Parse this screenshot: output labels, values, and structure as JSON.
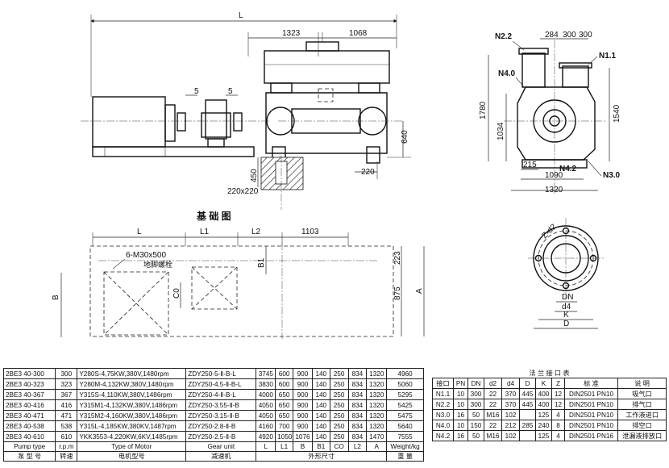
{
  "side_view": {
    "dim_L": "L",
    "dim_1323": "1323",
    "dim_1068": "1068",
    "dim_5_left": "5",
    "dim_5_right": "5",
    "dim_640": "640",
    "dim_450": "450",
    "dim_220": "220",
    "dim_220x220": "220x220"
  },
  "end_view": {
    "n22": "N2.2",
    "n11": "N1.1",
    "n40": "N4.0",
    "n42": "N4.2",
    "n30": "N3.0",
    "dim_284": "284",
    "dim_300a": "300",
    "dim_300b": "300",
    "dim_1780": "1780",
    "dim_1034": "1034",
    "dim_1540": "1540",
    "dim_215": "215",
    "dim_1090": "1090",
    "dim_1320": "1320"
  },
  "foundation": {
    "title": "基 础 图",
    "dim_L": "L",
    "dim_L1": "L1",
    "dim_L2": "L2",
    "dim_1103": "1103",
    "bolt_spec": "6-M30x500",
    "bolt_note": "地脚螺栓",
    "dim_B": "B",
    "dim_B1": "B1",
    "dim_C0": "C0",
    "dim_223": "223",
    "dim_875": "875",
    "dim_A": "A"
  },
  "flange_view": {
    "z_d2": "Z-d2",
    "dn": "DN",
    "d4": "d4",
    "k": "K",
    "d": "D"
  },
  "pump_table": {
    "rows": [
      [
        "2BE3 40-300",
        "300",
        "Y280S-4,75KW,380V,1480rpm",
        "ZDY250-5-Ⅱ-B-L",
        "3745",
        "600",
        "900",
        "140",
        "250",
        "834",
        "1320",
        "4960"
      ],
      [
        "2BE3 40-323",
        "323",
        "Y280M-4,132KW,380V,1480rpm",
        "ZDY250-4.5-Ⅱ-B-L",
        "3830",
        "600",
        "900",
        "140",
        "250",
        "834",
        "1320",
        "5060"
      ],
      [
        "2BE3 40-367",
        "367",
        "Y315S-4,110KW,380V,1486rpm",
        "ZDY250-4-Ⅱ-B-L",
        "4000",
        "650",
        "900",
        "140",
        "250",
        "834",
        "1320",
        "5295"
      ],
      [
        "2BE3 40-416",
        "416",
        "Y315M1-4,132KW,380V,1486rpm",
        "ZDY250-3.55-Ⅱ-B",
        "4050",
        "650",
        "900",
        "140",
        "250",
        "834",
        "1320",
        "5425"
      ],
      [
        "2BE3 40-471",
        "471",
        "Y315M2-4,160KW,380V,1486rpm",
        "ZDY250-3.15-Ⅱ-B",
        "4050",
        "650",
        "900",
        "140",
        "250",
        "834",
        "1320",
        "5475"
      ],
      [
        "2BE3 40-538",
        "538",
        "Y315L-4,185KW,380KV,1487rpm",
        "ZDY250-2.8-Ⅱ-B",
        "4160",
        "700",
        "900",
        "140",
        "250",
        "834",
        "1320",
        "5640"
      ],
      [
        "2BE3 40-610",
        "610",
        "YKK3553-4,220KW,6KV,1485rpm",
        "ZDY250-2.5-Ⅱ-B",
        "4920",
        "1050",
        "1076",
        "140",
        "250",
        "834",
        "1470",
        "7555"
      ]
    ],
    "header_en": [
      "Pump type",
      "r.p.m",
      "Type of Motor",
      "Gear unit",
      "L",
      "L1",
      "B",
      "B1",
      "CO",
      "L2",
      "A",
      "Weight/kg"
    ],
    "header_cn": [
      "泵 型 号",
      "转速",
      "电机型号",
      "减速机",
      "外形尺寸",
      "重 量"
    ]
  },
  "flange_table": {
    "title": "法 兰 接 口 表",
    "headers": [
      "接口",
      "PN",
      "DN",
      "d2",
      "d4",
      "D",
      "K",
      "Z",
      "标 准",
      "说 明"
    ],
    "rows": [
      [
        "N1.1",
        "10",
        "300",
        "22",
        "370",
        "445",
        "400",
        "12",
        "DIN2501 PN10",
        "吸气口"
      ],
      [
        "N2.2",
        "10",
        "300",
        "22",
        "370",
        "445",
        "400",
        "12",
        "DIN2501 PN10",
        "排气口"
      ],
      [
        "N3.0",
        "16",
        "50",
        "M16",
        "102",
        "",
        "125",
        "4",
        "DIN2501 PN10",
        "工作液进口"
      ],
      [
        "N4.0",
        "10",
        "150",
        "22",
        "212",
        "285",
        "240",
        "8",
        "DIN2501 PN10",
        "排空口"
      ],
      [
        "N4.2",
        "16",
        "50",
        "M16",
        "102",
        "",
        "125",
        "4",
        "DIN2501 PN16",
        "泄漏液排放口"
      ]
    ]
  }
}
